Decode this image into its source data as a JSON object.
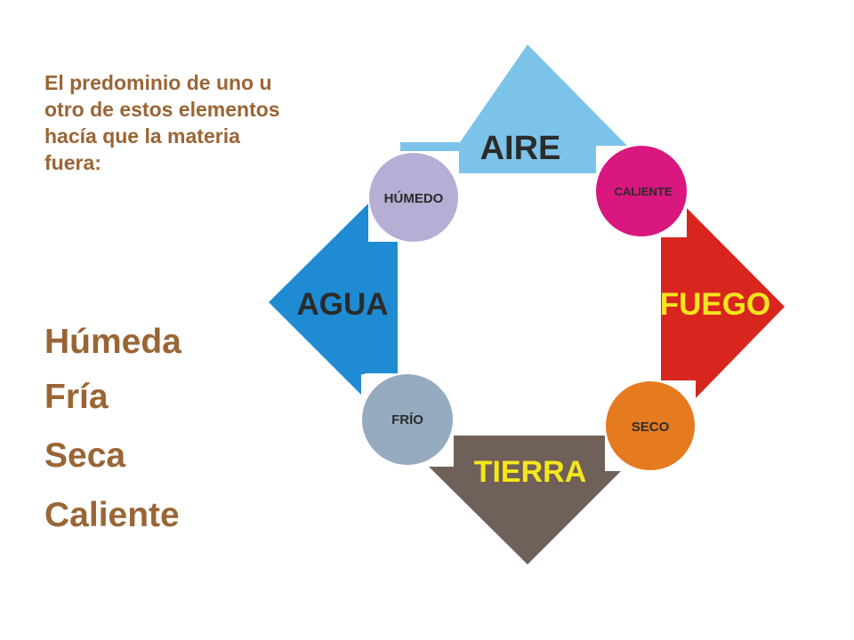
{
  "intro_text": "El predominio de uno u otro de estos elementos hacía que la materia fuera:",
  "qualities": [
    "Húmeda",
    "Fría",
    "Seca",
    "Caliente"
  ],
  "elements": {
    "aire": {
      "label": "AIRE",
      "color": "#7cc3ea",
      "text_color": "#2b2b2b"
    },
    "fuego": {
      "label": "FUEGO",
      "color": "#d8261f",
      "text_color": "#f5e61c"
    },
    "tierra": {
      "label": "TIERRA",
      "color": "#6f6059",
      "text_color": "#f5e61c"
    },
    "agua": {
      "label": "AGUA",
      "color": "#1e8bd3",
      "text_color": "#2b2b2b"
    }
  },
  "properties": {
    "humedo": {
      "label": "HÚMEDO",
      "color": "#b6aed4"
    },
    "caliente": {
      "label": "CALIENTE",
      "color": "#d8177f"
    },
    "frio": {
      "label": "FRÍO",
      "color": "#96abbf"
    },
    "seco": {
      "label": "SECO",
      "color": "#e57a1f"
    }
  },
  "colors": {
    "text_brown": "#9a6535",
    "background": "#ffffff"
  }
}
